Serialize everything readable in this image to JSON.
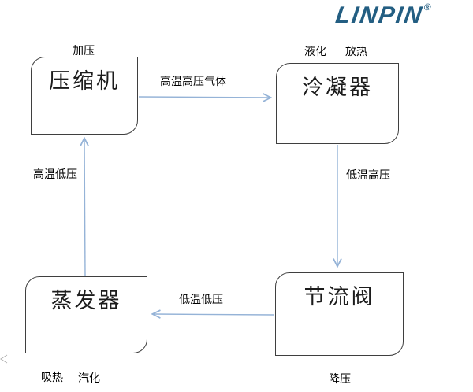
{
  "logo": {
    "text": "LINPIN",
    "registered": "®",
    "color": "#235e82"
  },
  "boxes": {
    "compressor": {
      "label": "压缩机"
    },
    "condenser": {
      "label": "泠凝器"
    },
    "throttle_valve": {
      "label": "节流阀"
    },
    "evaporator": {
      "label": "蒸发器"
    }
  },
  "annotations": {
    "compressor_top": "加压",
    "condenser_top_left": "液化",
    "condenser_top_right": "放热",
    "throttle_bottom": "降压",
    "evaporator_bottom_left": "吸热",
    "evaporator_bottom_right": "汽化"
  },
  "edges": {
    "compressor_to_condenser": "高温高压气体",
    "condenser_to_throttle": "低温高压",
    "throttle_to_evaporator": "低温低压",
    "evaporator_to_compressor": "高温低压"
  },
  "colors": {
    "arrow": "#95b3d7",
    "box_border": "#3f3f3f",
    "logo": "#235e82",
    "text": "#000000"
  }
}
